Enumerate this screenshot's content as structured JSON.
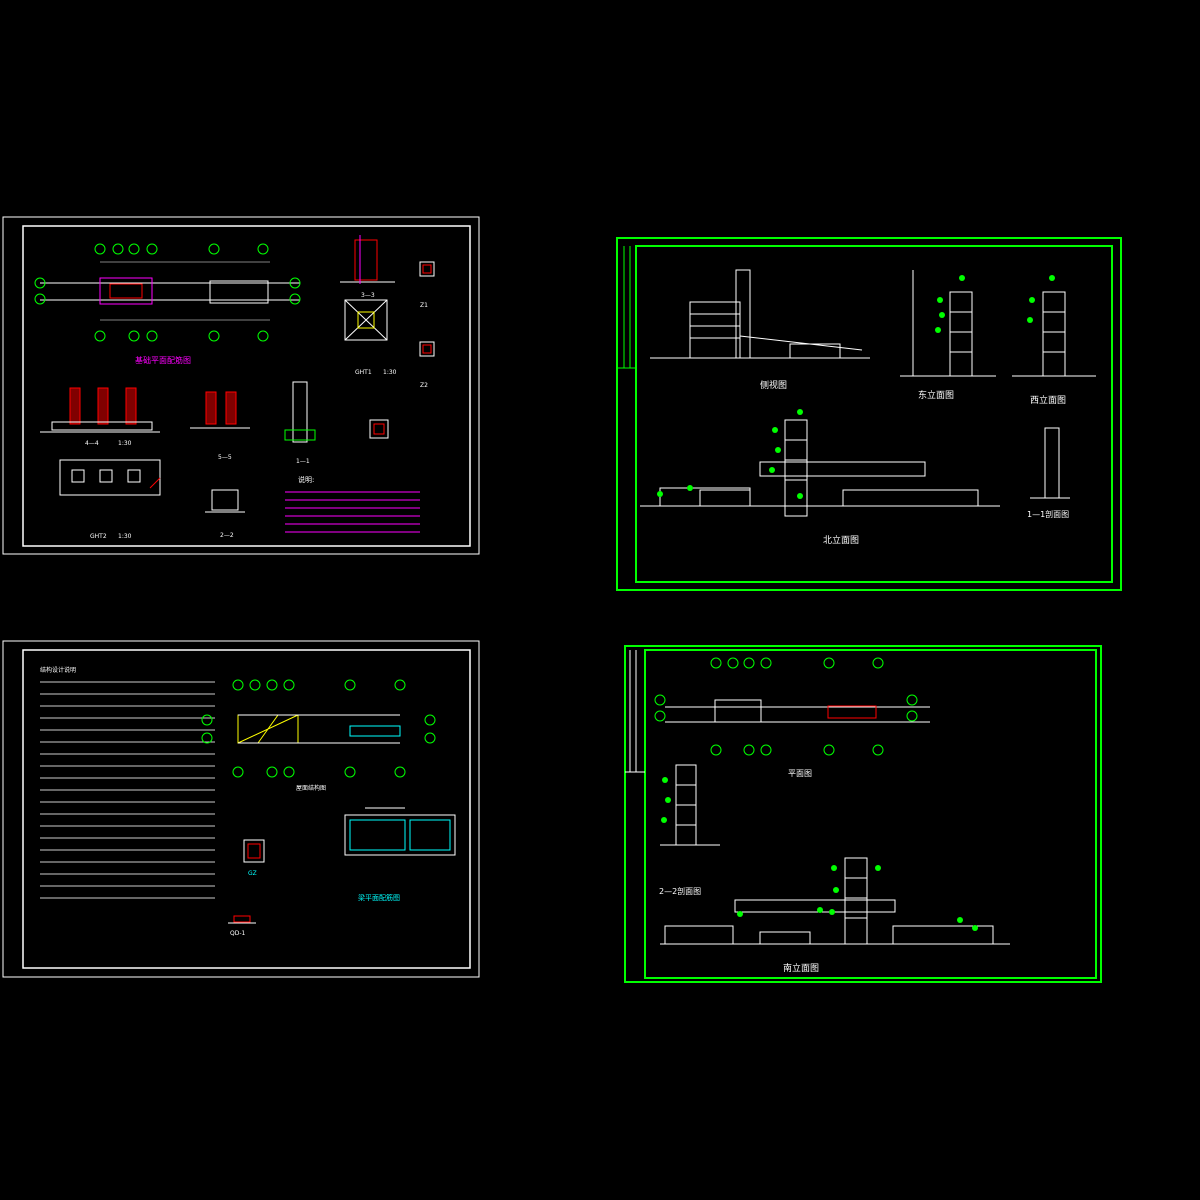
{
  "colors": {
    "background": "#000000",
    "frame_white": "#ffffff",
    "frame_green": "#00ff00",
    "cyan": "#00ffff",
    "yellow": "#ffff00",
    "magenta": "#ff00ff",
    "red": "#ff0000"
  },
  "sheets": {
    "s1": {
      "title_plan": "基础平面配筋图",
      "label_section_44": "4—4",
      "label_ght1": "GHT1",
      "label_ght2": "GHT2",
      "label_33": "3—3",
      "label_55": "5—5",
      "label_11": "1—1",
      "label_22": "2—2",
      "label_z1": "Z1",
      "label_z2": "Z2",
      "label_notes": "说明:",
      "scale_130": "1:30"
    },
    "s2": {
      "label_side": "侧视图",
      "label_east": "东立面图",
      "label_west": "西立面图",
      "label_north": "北立面图",
      "label_11": "1—1剖面图"
    },
    "s3": {
      "title_notes": "结构设计说明",
      "title_roof": "屋面结构图",
      "title_beam": "梁平面配筋图",
      "label_gz": "GZ",
      "label_qd1": "QD-1"
    },
    "s4": {
      "label_plan": "平面图",
      "label_22": "2—2剖面图",
      "label_south": "南立面图"
    }
  }
}
